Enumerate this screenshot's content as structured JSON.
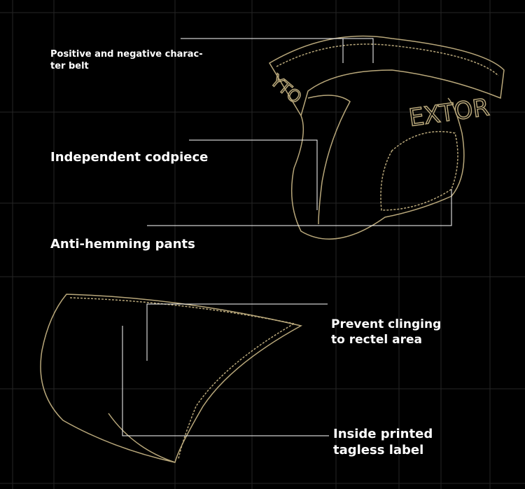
{
  "labels": {
    "belt": "Positive and negative charac-\nter belt",
    "codpiece": "Independent codpiece",
    "anti_hemming": "Anti-hemming pants",
    "prevent_clinging": "Prevent clinging\nto rectel area",
    "tagless": "Inside printed\ntagless label"
  },
  "waistband_text_left": "YTO",
  "waistband_text_right": "EXTOR",
  "colors": {
    "outline": "#b8a77a",
    "background": "#000000",
    "leader": "#ffffff",
    "grid": "#2a2a2a"
  }
}
